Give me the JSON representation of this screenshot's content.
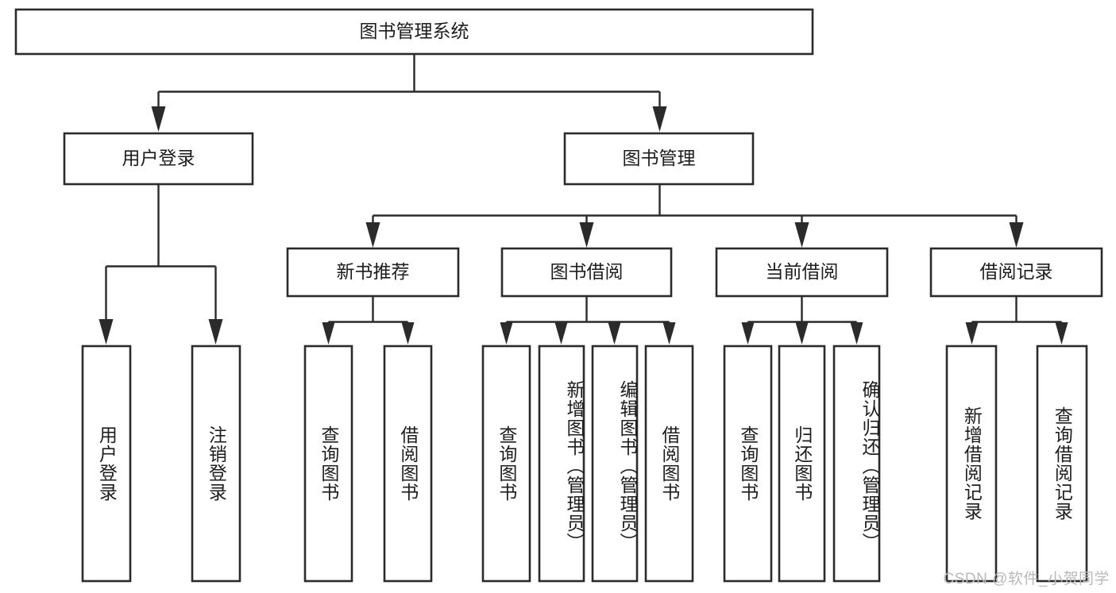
{
  "diagram": {
    "type": "tree",
    "title": "图书管理系统",
    "watermark": "CSDN @软件_小贺同学",
    "colors": {
      "stroke": "#2b2b2b",
      "fill": "#ffffff",
      "text": "#1d1d1d",
      "watermark": "#b9b9b9",
      "background": "#ffffff"
    },
    "root": {
      "label": "图书管理系统"
    },
    "level2": [
      {
        "label": "用户登录"
      },
      {
        "label": "图书管理"
      }
    ],
    "level3": [
      {
        "label": "新书推荐"
      },
      {
        "label": "图书借阅"
      },
      {
        "label": "当前借阅"
      },
      {
        "label": "借阅记录"
      }
    ],
    "leaves": [
      {
        "label": "用户登录",
        "parent": "用户登录"
      },
      {
        "label": "注销登录",
        "parent": "用户登录"
      },
      {
        "label": "查询图书",
        "parent": "新书推荐"
      },
      {
        "label": "借阅图书",
        "parent": "新书推荐"
      },
      {
        "label": "查询图书",
        "parent": "图书借阅"
      },
      {
        "label": "新增图书（管理员）",
        "parent": "图书借阅"
      },
      {
        "label": "编辑图书（管理员）",
        "parent": "图书借阅"
      },
      {
        "label": "借阅图书",
        "parent": "图书借阅"
      },
      {
        "label": "查询图书",
        "parent": "当前借阅"
      },
      {
        "label": "归还图书",
        "parent": "当前借阅"
      },
      {
        "label": "确认归还（管理员）",
        "parent": "当前借阅"
      },
      {
        "label": "新增借阅记录",
        "parent": "借阅记录"
      },
      {
        "label": "查询借阅记录",
        "parent": "借阅记录"
      }
    ]
  }
}
